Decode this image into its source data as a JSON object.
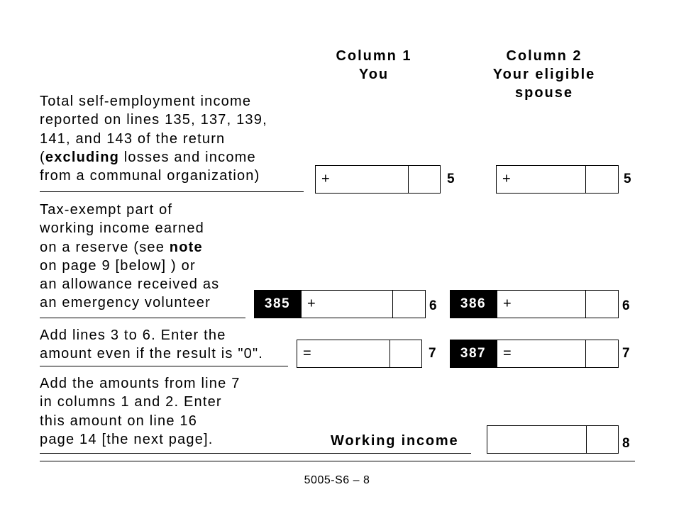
{
  "header": {
    "col1_title": "Column 1",
    "col1_sub": "You",
    "col2_title": "Column 2",
    "col2_sub1": "Your eligible",
    "col2_sub2": "spouse"
  },
  "rows": {
    "r5": {
      "l1": "Total self-employment income",
      "l2": "reported on lines 135, 137, 139,",
      "l3": "141, and 143 of the return",
      "l4_open": "(",
      "l4_bold": "excluding",
      "l4_rest": " losses and income",
      "l5": "from a communal organization)",
      "col1_sign": "+",
      "col2_sign": "+",
      "num": "5"
    },
    "r6": {
      "l1": "Tax-exempt part of",
      "l2": "working income earned",
      "l3_pre": "on a reserve (see ",
      "l3_bold": "note",
      "l4": "on page 9 [below] ) or",
      "l5": "an allowance received as",
      "l6": "an emergency volunteer",
      "col1_code": "385",
      "col2_code": "386",
      "col1_sign": "+",
      "col2_sign": "+",
      "num": "6"
    },
    "r7": {
      "l1": "Add lines 3 to 6. Enter the",
      "l2": "amount even if the result is \"0\".",
      "col2_code": "387",
      "col1_sign": "=",
      "col2_sign": "=",
      "num": "7"
    },
    "r8": {
      "l1": "Add the amounts from line 7",
      "l2": "in columns 1 and 2. Enter",
      "l3": "this amount on line 16",
      "l4": "page 14 [the next page].",
      "label": "Working income",
      "num": "8"
    }
  },
  "footer": {
    "page_id": "5005-S6 – 8"
  }
}
